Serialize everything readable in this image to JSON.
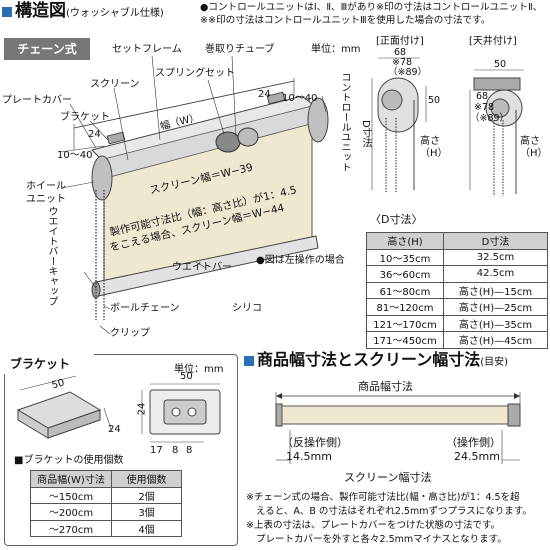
{
  "structure": {
    "title": "構造図",
    "subtitle": "(ウォッシャブル仕様)",
    "notes": [
      "●コントロールユニットはⅠ、Ⅱ、Ⅲがあり※印の寸法はコントロールユニットⅡ、",
      "※※印の寸法はコントロールユニットⅢを使用した場合の寸法です。"
    ],
    "tab": "チェーン式",
    "unit": "単位：mm",
    "labels": {
      "set_frame": "セットフレーム",
      "winding_tube": "巻取りチューブ",
      "screen": "スクリーン",
      "spring_set": "スプリングセット",
      "plate_cover": "プレートカバー",
      "bracket": "ブラケット",
      "control_unit": "コントロールユニット",
      "wheel_unit": "ホイールユニット",
      "weight_bar_cap": "ウエイトバーキャップ",
      "weight_bar": "ウエイトバー",
      "ball_chain": "ボールチェーン",
      "clip": "クリップ",
      "silicon": "シリコ",
      "width_w": "幅（W）",
      "dim_24a": "24",
      "dim_24b": "24",
      "dim_range_left": "10～40",
      "dim_range_right": "10～40",
      "screen_width": "スクリーン幅＝W−39",
      "ratio_note_1": "製作可能寸法比（幅：高さ比）が1：4.5",
      "ratio_note_2": "をこえる場合、スクリーン幅＝W−44",
      "left_op_note": "●図は左操作の場合"
    },
    "front_label": "[正面付け]",
    "ceiling_label": "[天井付け]",
    "front_dims": [
      "68",
      "※78",
      "（※89）",
      "50"
    ],
    "ceiling_dims": [
      "50",
      "68",
      "※78",
      "（※89）"
    ],
    "d_dim": "D寸法",
    "height_h": "高さ（H）"
  },
  "d_table": {
    "caption": "〈D寸法〉",
    "headers": [
      "高さ(H)",
      "D寸法"
    ],
    "rows": [
      [
        "10～35cm",
        "32.5cm"
      ],
      [
        "36～60cm",
        "42.5cm"
      ],
      [
        "61～80cm",
        "高さ(H)—15cm"
      ],
      [
        "81～120cm",
        "高さ(H)—25cm"
      ],
      [
        "121～170cm",
        "高さ(H)—35cm"
      ],
      [
        "171～450cm",
        "高さ(H)—45cm"
      ]
    ]
  },
  "bracket": {
    "title": "ブラケット",
    "unit": "単位：mm",
    "dims_iso": [
      "50",
      "24"
    ],
    "dims_front": [
      "50",
      "24",
      "17",
      "8",
      "8"
    ],
    "count_title": "■ブラケットの使用個数",
    "count_headers": [
      "商品幅(W)寸法",
      "使用個数"
    ],
    "count_rows": [
      [
        "～150cm",
        "2個"
      ],
      [
        "～200cm",
        "3個"
      ],
      [
        "～270cm",
        "4個"
      ]
    ]
  },
  "width": {
    "title": "商品幅寸法とスクリーン幅寸法",
    "title_sub": "(目安)",
    "product_width": "商品幅寸法",
    "left_label": "（反操作側）",
    "left_value": "14.5mm",
    "right_label": "（操作側）",
    "right_value": "24.5mm",
    "screen_width": "スクリーン幅寸法",
    "notes": [
      "※チェーン式の場合、製作可能寸法比(幅・高さ比)が1：4.5を超",
      "えると、A、B の寸法はそれぞれ2.5mmずつプラスになります。",
      "※上表の寸法は、プレートカバーをつけた状態の寸法です。",
      "プレートカバーを外すと各々2.5mmマイナスとなります。"
    ]
  }
}
